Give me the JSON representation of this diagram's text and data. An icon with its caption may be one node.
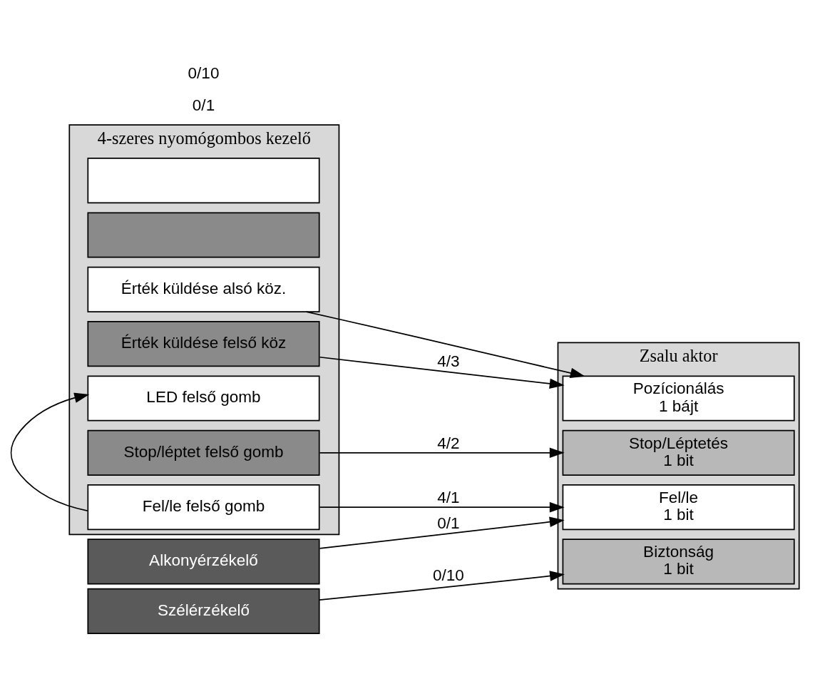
{
  "diagram": {
    "nodes": [
      {
        "text": [
          "4-szeres nyomógombos kezelő"
        ]
      },
      {
        "text": [
          "Fel/le felső gomb"
        ],
        "in": 0
      },
      {
        "text": [
          "Stop/léptet felső gomb"
        ],
        "in": 0
      },
      {
        "text": [
          "LED felső gomb"
        ],
        "in": 0
      },
      {
        "text": [
          "Érték küldése felső köz"
        ],
        "in": 0
      },
      {
        "text": [
          "Érték küldése alsó köz."
        ],
        "in": 0
      },
      {
        "text": [],
        "shape": "box",
        "in": 0
      },
      {
        "text": [],
        "shape": "box",
        "in": 0
      },
      {
        "text": [
          "Zsalu aktor"
        ]
      },
      {
        "text": [
          "Pozícionálás",
          "1 bájt"
        ],
        "in": 8
      },
      {
        "text": [
          "Stop/Léptetés",
          "1 bit"
        ],
        "in": 8
      },
      {
        "text": [
          "Fel/le",
          "1 bit"
        ],
        "in": 8
      },
      {
        "text": [
          "Biztonság",
          "1 bit"
        ],
        "in": 8
      },
      {
        "text": [
          "Szélérzékelő"
        ]
      },
      {
        "text": [
          "Alkonyérzékelő"
        ]
      }
    ],
    "edges": [
      {
        "from": 4,
        "to": 9,
        "arrow": "to",
        "label": "4/3"
      },
      {
        "from": 5,
        "to": 9,
        "arrow": "to"
      },
      {
        "from": 2,
        "to": 10,
        "arrow": "to",
        "label": "4/2"
      },
      {
        "from": 1,
        "to": 11,
        "arrow": "to",
        "label": "4/1"
      },
      {
        "from": 1,
        "to": 3,
        "arrow": "to"
      },
      {
        "from": 14,
        "to": 11,
        "arrow": "to",
        "label": "0/1"
      },
      {
        "from": 13,
        "to": 12,
        "arrow": "to",
        "label": "0/10"
      }
    ],
    "labels": [
      "0/1",
      "0/10"
    ]
  }
}
